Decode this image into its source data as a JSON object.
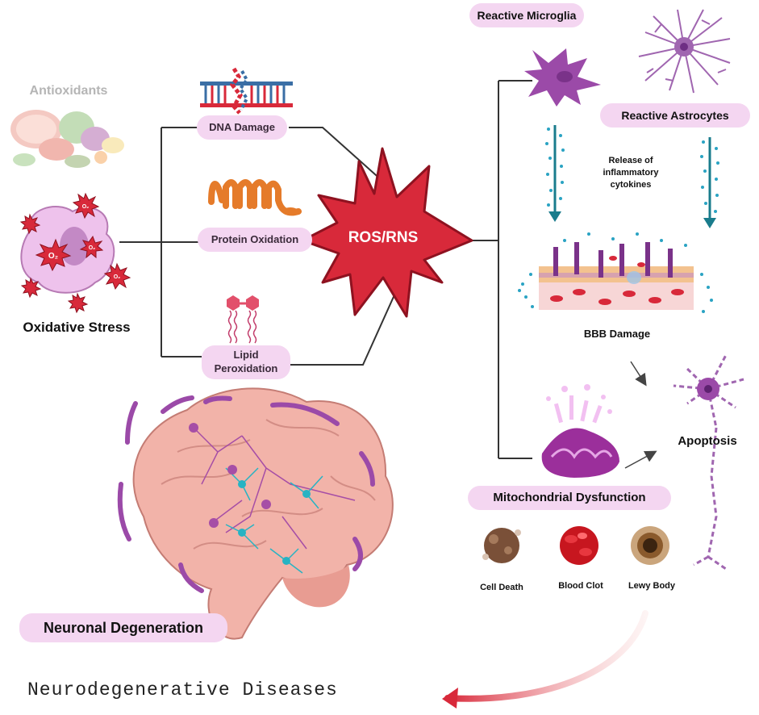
{
  "labels": {
    "antioxidants": "Antioxidants",
    "oxidative_stress": "Oxidative Stress",
    "dna_damage": "DNA Damage",
    "protein_oxidation": "Protein Oxidation",
    "lipid_peroxidation_line1": "Lipid",
    "lipid_peroxidation_line2": "Peroxidation",
    "ros_rns": "ROS/RNS",
    "reactive_microglia": "Reactive Microglia",
    "reactive_astrocytes": "Reactive Astrocytes",
    "release_line1": "Release of",
    "release_line2": "inflammatory",
    "release_line3": "cytokines",
    "bbb_damage": "BBB Damage",
    "apoptosis": "Apoptosis",
    "mitochondrial_dysfunction": "Mitochondrial Dysfunction",
    "cell_death": "Cell Death",
    "blood_clot": "Blood Clot",
    "lewy_body": "Lewy Body",
    "neuronal_degeneration": "Neuronal Degeneration",
    "neurodegenerative_diseases": "Neurodegenerative Diseases",
    "o2_symbol": "O₂"
  },
  "colors": {
    "pill": "#f4d6f1",
    "star_red": "#d8293a",
    "star_dark": "#8e1220",
    "cell_pink": "#eec2ec",
    "purple": "#9b4aa8",
    "teal": "#1a7c8c",
    "orange": "#e57b2a",
    "line": "#333333"
  }
}
